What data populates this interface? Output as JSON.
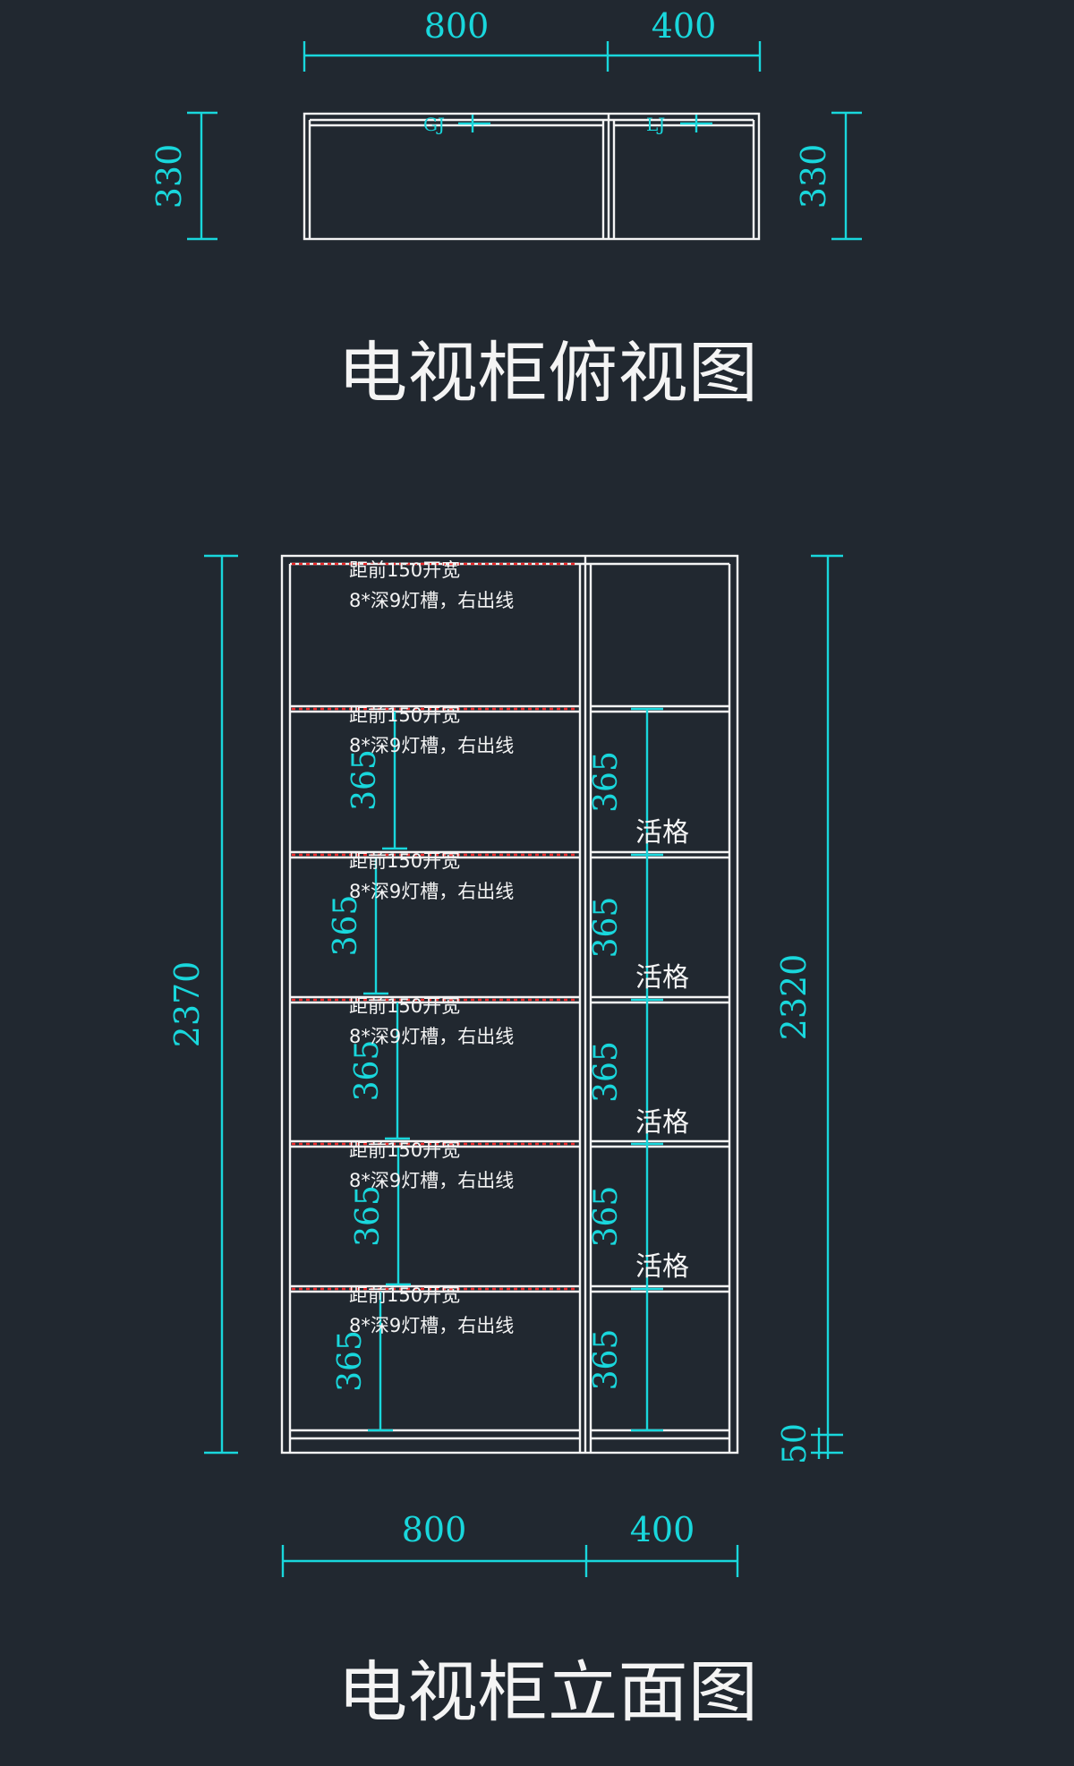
{
  "top_view": {
    "dim_width_left": "800",
    "dim_width_right": "400",
    "dim_depth_left": "330",
    "dim_depth_right": "330",
    "marker_left": "GJ",
    "marker_right": "LJ",
    "title": "电视柜俯视图"
  },
  "elevation": {
    "dim_total_height": "2370",
    "dim_right_height": "2320",
    "dim_base": "50",
    "dim_width_left": "800",
    "dim_width_right": "400",
    "shelf_dim": "365",
    "groove_note_line1": "距前150开宽",
    "groove_note_line2": "8*深9灯槽，右出线",
    "movable_shelf_label": "活格",
    "title": "电视柜立面图"
  },
  "colors": {
    "background": "#212830",
    "linework": "#f4f4f4",
    "dimension": "#19d7dc",
    "light_groove": "#ee2a2a"
  }
}
